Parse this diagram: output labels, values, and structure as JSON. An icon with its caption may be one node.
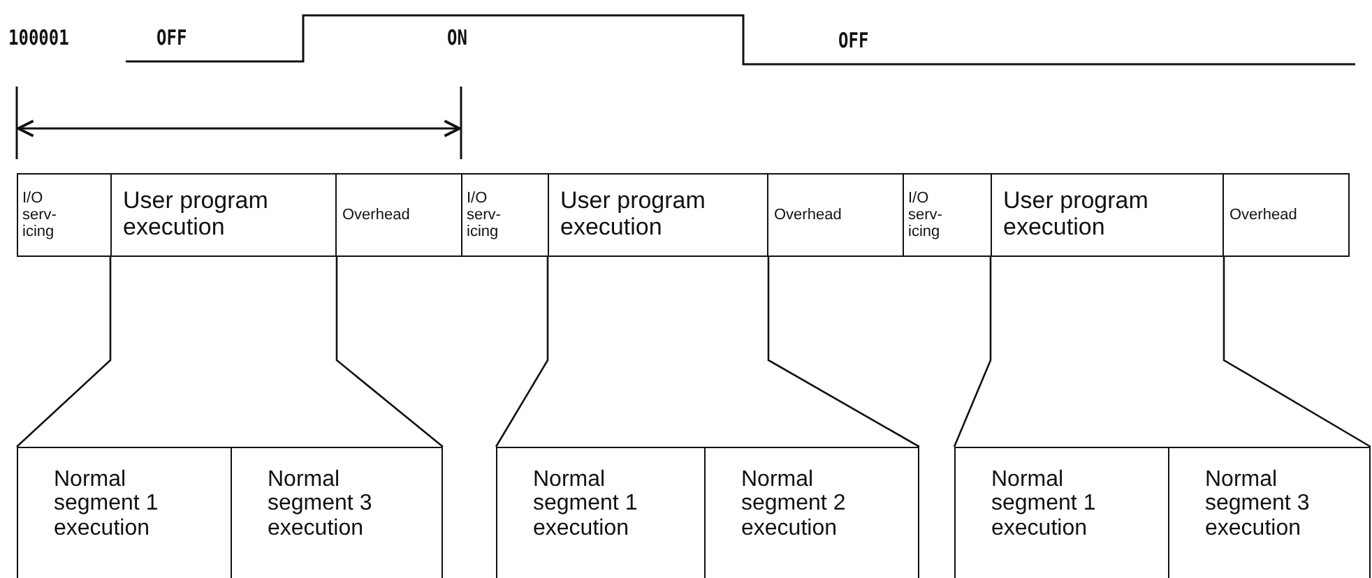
{
  "diagram": {
    "nodes": [
      {
        "text": [
          "I/O serv- icing"
        ]
      },
      {
        "text": [
          "User program execution"
        ]
      },
      {
        "text": [
          "Overhead"
        ]
      },
      {
        "text": [
          "I/O serv- icing"
        ]
      },
      {
        "text": [
          "User program execution"
        ]
      },
      {
        "text": [
          "Overhead"
        ]
      },
      {
        "text": [
          "I/O serv- icing"
        ]
      },
      {
        "text": [
          "User program execution"
        ]
      },
      {
        "text": [
          "Overhead"
        ]
      },
      {
        "text": [],
        "shape": "box"
      },
      {
        "text": [
          "Normal segment 1 execution"
        ],
        "in": 9
      },
      {
        "text": [
          "Normal segment 3 execution"
        ],
        "in": 9
      },
      {
        "text": [],
        "shape": "box"
      },
      {
        "text": [
          "Normal segment 1 execution"
        ],
        "in": 12
      },
      {
        "text": [
          "Normal segment 2 execution"
        ],
        "in": 12
      },
      {
        "text": [],
        "shape": "box"
      },
      {
        "text": [
          "Normal segment 1 execution"
        ],
        "in": 15
      },
      {
        "text": [
          "Normal segment 3 execution"
        ],
        "in": 15
      }
    ],
    "edges": [
      {
        "from": 1,
        "to": 9,
        "arrow": "none"
      },
      {
        "from": 1,
        "to": 9,
        "arrow": "none"
      },
      {
        "from": 4,
        "to": 12,
        "arrow": "none"
      },
      {
        "from": 4,
        "to": 12,
        "arrow": "none"
      },
      {
        "from": 7,
        "to": 15,
        "arrow": "none"
      },
      {
        "from": 7,
        "to": 15,
        "arrow": "none"
      }
    ],
    "labels": [
      "100001",
      "OFF",
      "ON",
      "OFF"
    ]
  }
}
